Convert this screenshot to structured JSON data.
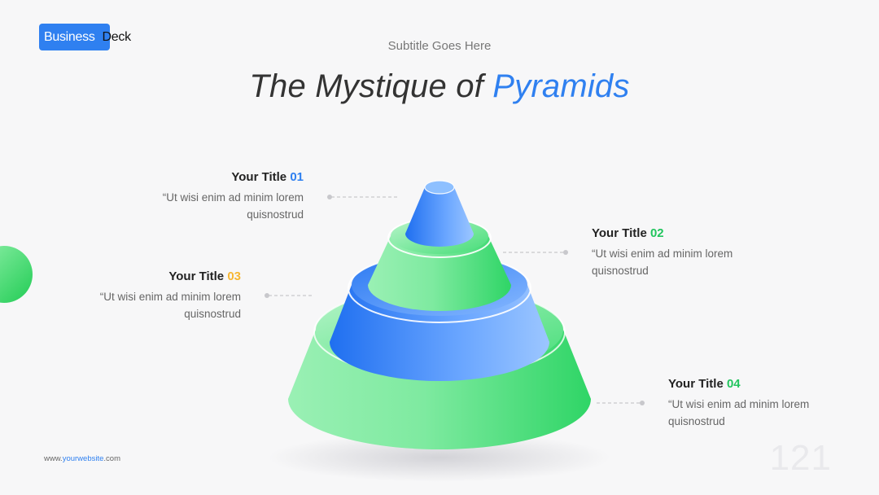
{
  "logo": {
    "part1": "Business",
    "part2": "Deck"
  },
  "header": {
    "subtitle": "Subtitle Goes Here",
    "title_main": "The Mystique of ",
    "title_accent": "Pyramids"
  },
  "items": [
    {
      "title": "Your Title ",
      "number": "01",
      "text": "“Ut wisi enim ad minim lorem quisnostrud",
      "color": "#2f80f0"
    },
    {
      "title": "Your Title ",
      "number": "02",
      "text": "“Ut wisi enim ad minim lorem quisnostrud",
      "color": "#22c55e"
    },
    {
      "title": "Your Title ",
      "number": "03",
      "text": "“Ut wisi enim ad minim lorem quisnostrud",
      "color": "#f7b733"
    },
    {
      "title": "Your Title ",
      "number": "04",
      "text": "“Ut wisi enim ad minim lorem quisnostrud",
      "color": "#22c55e"
    }
  ],
  "footer": {
    "url_prefix": "www.",
    "url_highlight": "yourwebsite",
    "url_suffix": ".com",
    "page_number": "121"
  },
  "colors": {
    "accent_blue": "#2f80f0",
    "accent_green": "#22c55e",
    "accent_amber": "#f7b733"
  }
}
